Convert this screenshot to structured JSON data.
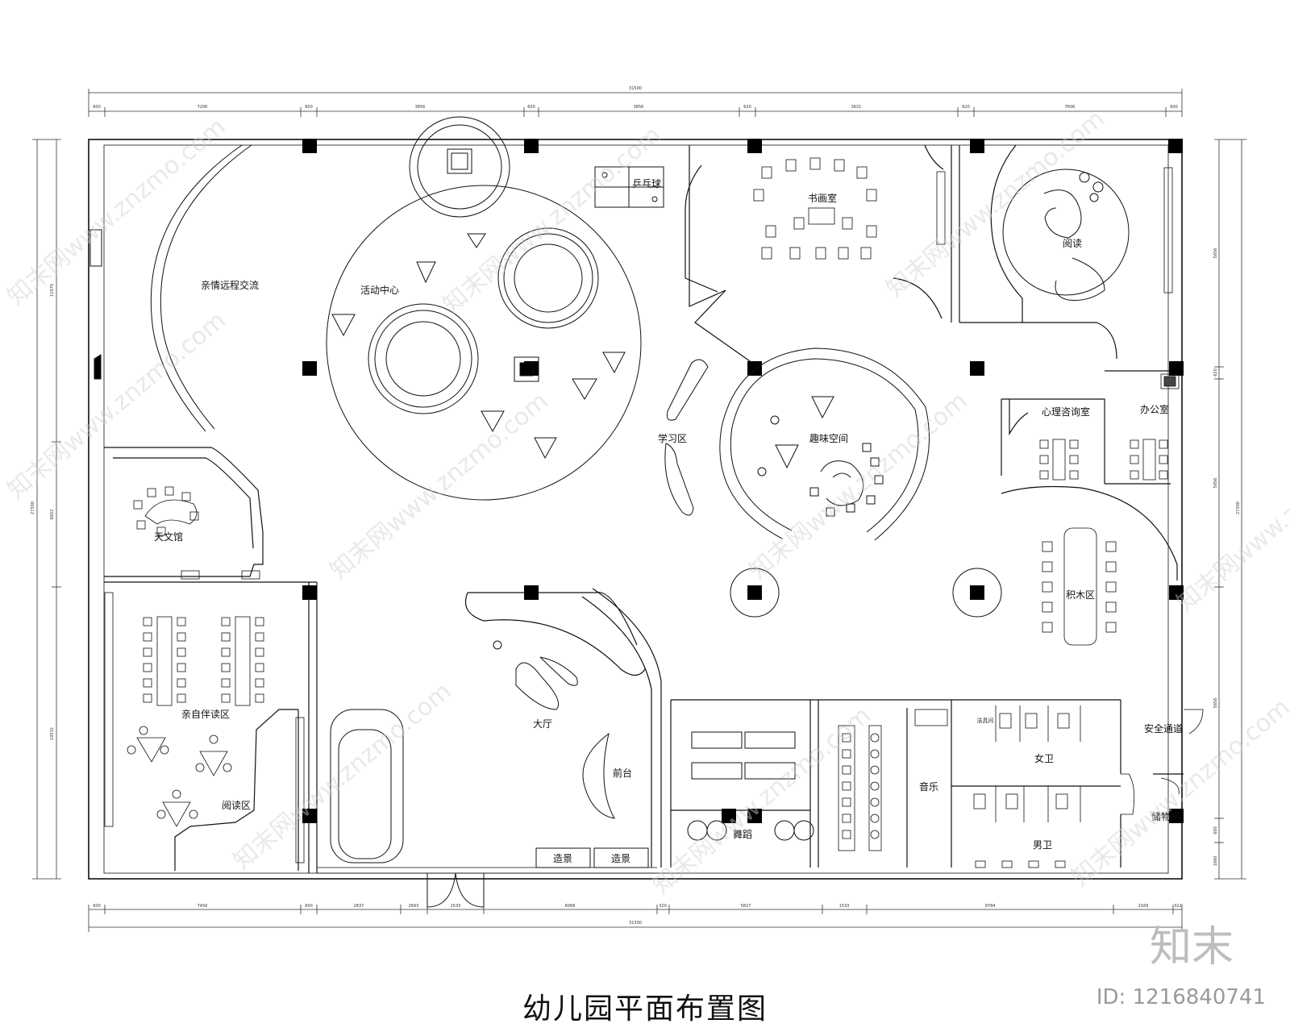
{
  "title": "幼儿园平面布置图",
  "brand": {
    "logo": "知末",
    "id": "ID: 1216840741",
    "watermark": "知末网www.znzmo.com"
  },
  "rooms": {
    "pingpong": "乒乓球",
    "painting": "书画室",
    "family_remote": "亲情远程交流",
    "activity": "活动中心",
    "reading_round": "阅读",
    "study": "学习区",
    "fun_space": "趣味空间",
    "counseling": "心理咨询室",
    "office": "办公室",
    "planetarium": "天文馆",
    "blocks": "积木区",
    "parent_reading": "亲自伴读区",
    "reading_zone": "阅读区",
    "lobby": "大厅",
    "reception": "前台",
    "scenery_1": "造景",
    "scenery_2": "造景",
    "dance": "舞蹈",
    "music": "音乐",
    "womens_wc": "女卫",
    "mens_wc": "男卫",
    "safety_exit": "安全通道",
    "storage": "储物间",
    "wc_small": "洁具间"
  },
  "dimensions": {
    "top_total": "31500",
    "top": [
      "600",
      "7206",
      "600",
      "3856",
      "600",
      "3856",
      "620",
      "3621",
      "620",
      "7606",
      "600"
    ],
    "bottom_total": "31300",
    "bottom": [
      "600",
      "7456",
      "600",
      "2837",
      "2693",
      "1533",
      "6068",
      "320",
      "5827",
      "1533",
      "9784",
      "2169",
      "322"
    ],
    "left_total": "27300",
    "left": [
      "11070",
      "6652",
      "10532"
    ],
    "right_total": "27300",
    "right": [
      "5656",
      "620",
      "5656",
      "5656",
      "600",
      "1660"
    ]
  }
}
